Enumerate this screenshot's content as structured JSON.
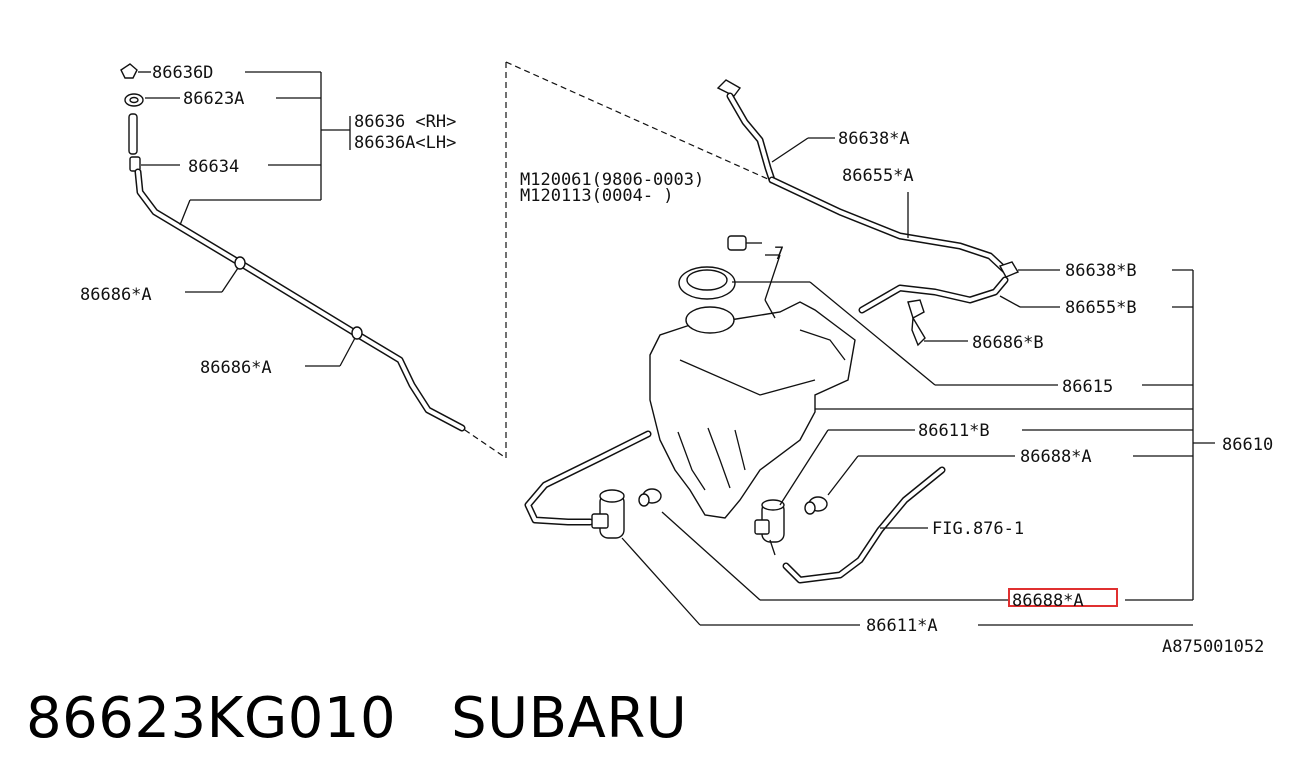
{
  "labels": {
    "l86636D": "86636D",
    "l86623A": "86623A",
    "l86636RH": "86636 <RH>",
    "l86636ALH": "86636A<LH>",
    "l86634": "86634",
    "l86686A_1": "86686*A",
    "l86686A_2": "86686*A",
    "lM120061": "M120061(9806-0003)",
    "lM120113": "M120113(0004-     )",
    "lSeven": "7",
    "l86638A": "86638*A",
    "l86655A": "86655*A",
    "l86638B": "86638*B",
    "l86655B": "86655*B",
    "l86686B": "86686*B",
    "l86615": "86615",
    "l86611B": "86611*B",
    "l86688A_1": "86688*A",
    "l86610": "86610",
    "lFig": "FIG.876-1",
    "l86688A_2": "86688*A",
    "l86611A": "86611*A",
    "lRef": "A875001052"
  },
  "highlight_color": "#e03030",
  "footer": {
    "part_number": "86623KG010",
    "brand": "SUBARU"
  }
}
